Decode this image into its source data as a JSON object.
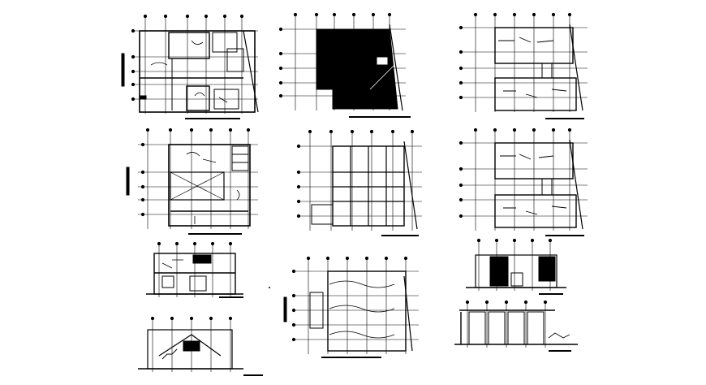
{
  "sheet": {
    "background": "#ffffff",
    "ink": "#000000",
    "drawings": [
      {
        "id": "plan-ground-floor",
        "kind": "floor-plan"
      },
      {
        "id": "plan-roof",
        "kind": "roof-plan"
      },
      {
        "id": "plan-upper-floor-a",
        "kind": "floor-plan"
      },
      {
        "id": "plan-first-floor",
        "kind": "floor-plan"
      },
      {
        "id": "plan-structure-grid",
        "kind": "structural-plan"
      },
      {
        "id": "plan-upper-floor-b",
        "kind": "floor-plan"
      },
      {
        "id": "section-a",
        "kind": "section"
      },
      {
        "id": "plan-foundation",
        "kind": "foundation-plan"
      },
      {
        "id": "section-b",
        "kind": "section"
      },
      {
        "id": "section-c",
        "kind": "section"
      },
      {
        "id": "elevation-front",
        "kind": "elevation"
      }
    ]
  }
}
